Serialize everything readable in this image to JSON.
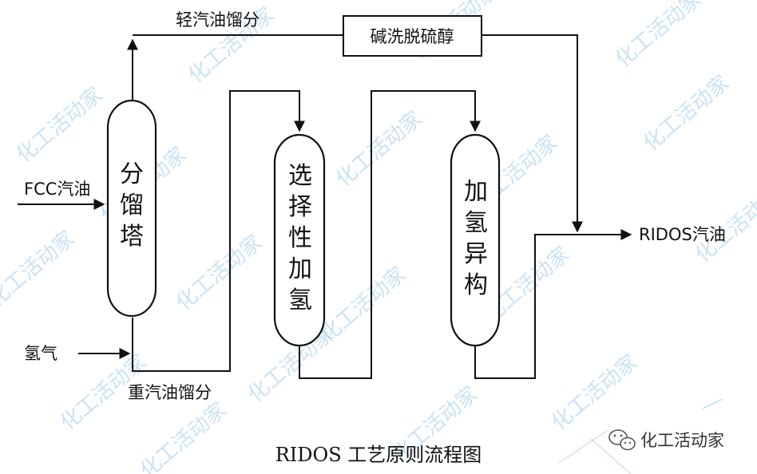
{
  "diagram": {
    "title": "RIDOS 工艺原则流程图",
    "units": {
      "fractionator": "分馏塔",
      "selective_hydrogenation": "选择性加氢",
      "hydroisomerization": "加氢异构",
      "caustic_wash": "碱洗脱硫醇"
    },
    "streams": {
      "fcc_gasoline": "FCC汽油",
      "hydrogen": "氢气",
      "light_fraction": "轻汽油馏分",
      "heavy_fraction": "重汽油馏分",
      "product": "RIDOS汽油"
    }
  },
  "watermark": "化工活动家",
  "brand": {
    "name": "化工活动家",
    "icon": "wechat-icon"
  }
}
